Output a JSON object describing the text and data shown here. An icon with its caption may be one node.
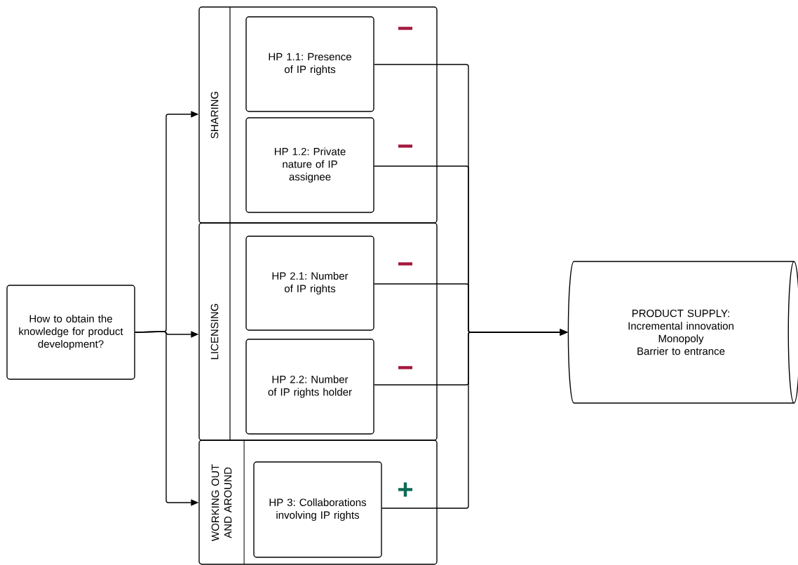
{
  "diagram": {
    "nodes": [
      {
        "text": [
          "How to obtain the knowledge for product development?"
        ]
      },
      {
        "text": [
          "SHARING"
        ]
      },
      {
        "text": [
          "HP 1.1: Presence of IP rights"
        ],
        "in": 1
      },
      {
        "text": [
          "HP 1.2: Private nature of IP assignee"
        ],
        "in": 1
      },
      {
        "text": [
          "LICENSING"
        ]
      },
      {
        "text": [
          "HP 2.1: Number of IP rights"
        ],
        "in": 4
      },
      {
        "text": [
          "HP 2.2: Number of IP rights holder"
        ],
        "in": 4
      },
      {
        "text": [
          "WORKING OUT AND AROUND"
        ]
      },
      {
        "text": [
          "HP 3: Collaborations involving IP rights"
        ],
        "in": 7
      },
      {
        "text": [
          "PRODUCT SUPPLY:",
          "Incremental innovation",
          "Monopoly",
          "Barrier to entrance"
        ]
      }
    ],
    "edges": [
      {
        "from": 0,
        "to": 1,
        "arrow": "to"
      },
      {
        "from": 0,
        "to": 4,
        "arrow": "to"
      },
      {
        "from": 0,
        "to": 7,
        "arrow": "to"
      },
      {
        "from": 2,
        "to": 9,
        "arrow": "to",
        "label": "−"
      },
      {
        "from": 3,
        "to": 9,
        "arrow": "to",
        "label": "−"
      },
      {
        "from": 5,
        "to": 9,
        "arrow": "to",
        "label": "−"
      },
      {
        "from": 6,
        "to": 9,
        "arrow": "to",
        "label": "−"
      },
      {
        "from": 8,
        "to": 9,
        "arrow": "to",
        "label": "+"
      }
    ]
  }
}
